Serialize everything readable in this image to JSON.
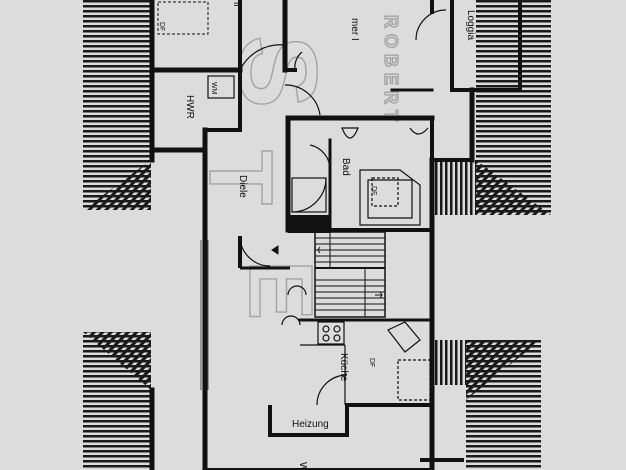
{
  "rooms": {
    "room_partial_label": "mer I",
    "loggia": "Loggia",
    "hwr": "HWR",
    "wm": "WM",
    "df_top": "DF",
    "bad": "Bad",
    "df_bad": "DF",
    "diele": "Diele",
    "kueche": "Küche",
    "df_kueche": "DF",
    "heizung": "Heizung",
    "top_left_fragment": "ll",
    "bottom_fragment": "W"
  },
  "watermark": {
    "vertical_name": "ROBERT",
    "large_letters": "S T E"
  },
  "colors": {
    "background": "#dcdcdc",
    "walls": "#111111",
    "hatch": "#1a1a1a",
    "watermark": "#9a9a9a"
  }
}
